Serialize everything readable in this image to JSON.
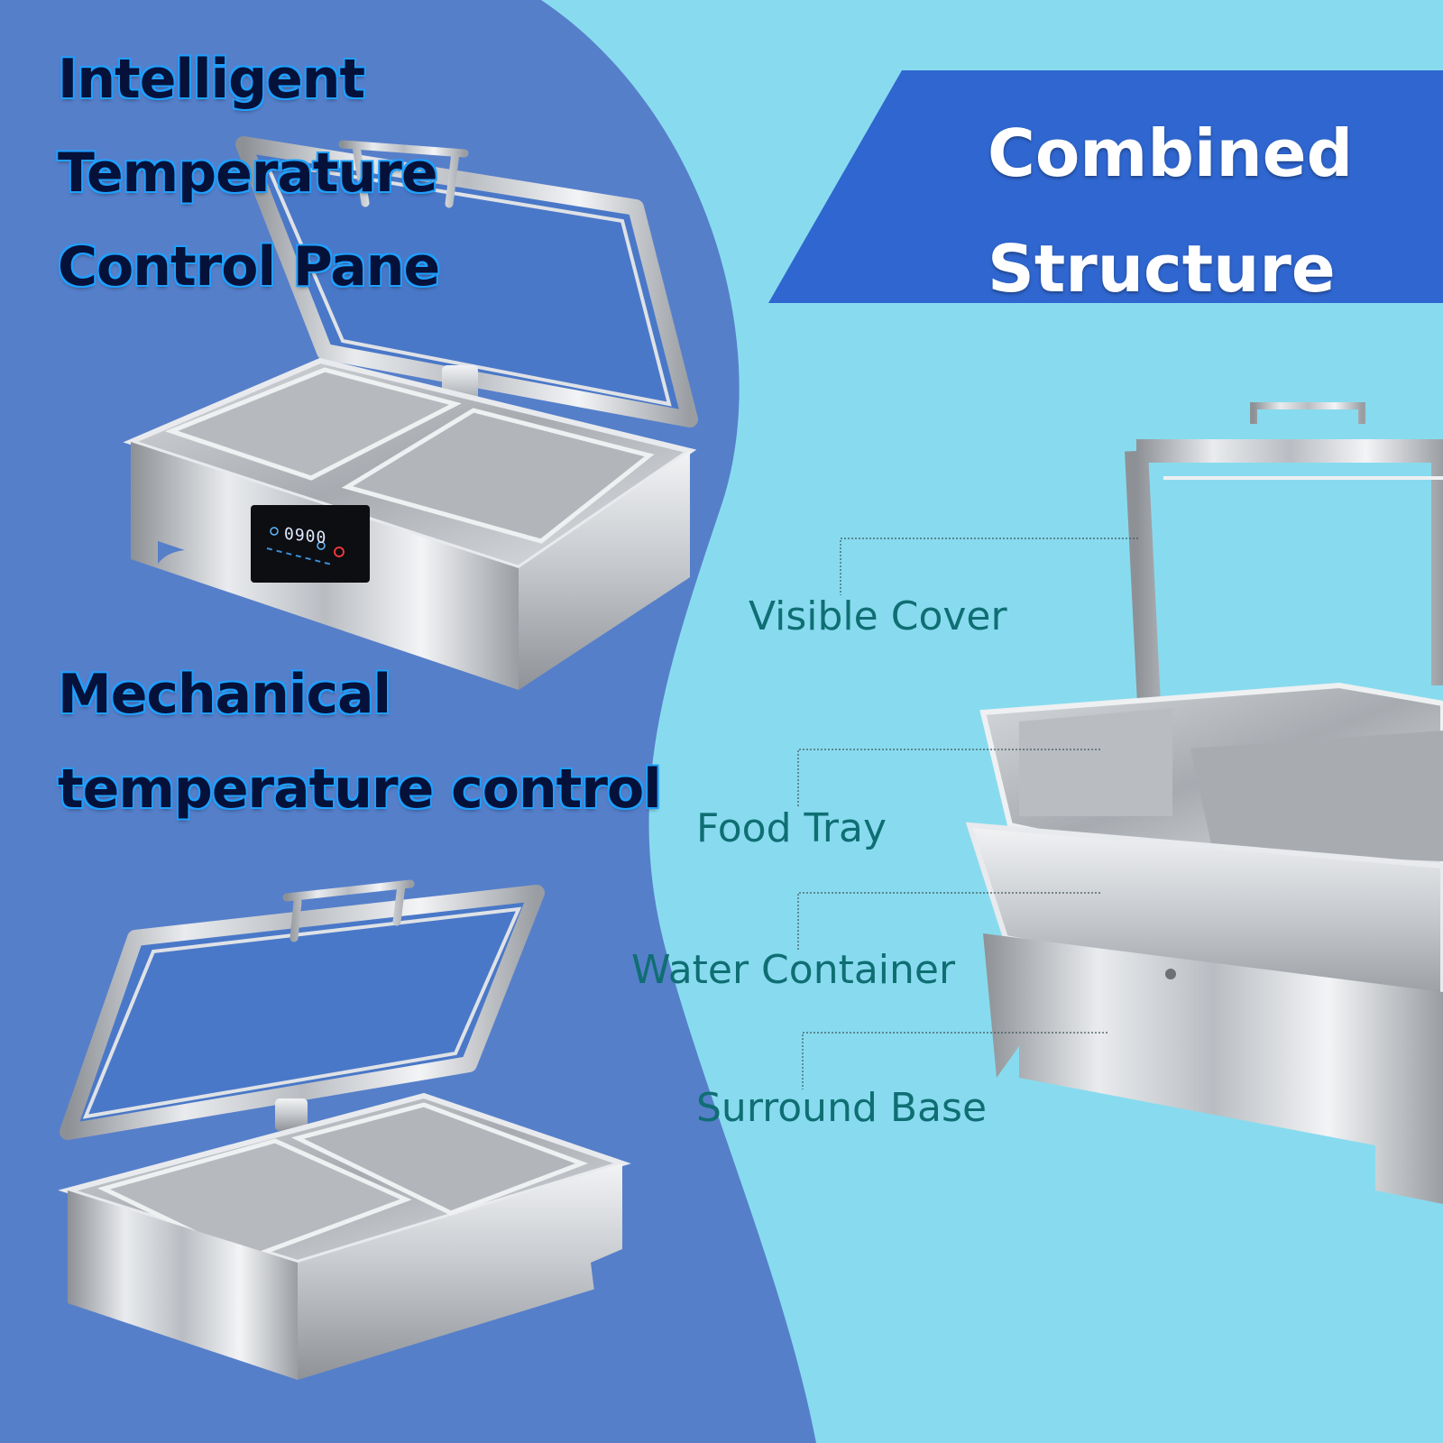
{
  "headings": {
    "intelligent": [
      "Intelligent",
      "Temperature",
      "Control Pane"
    ],
    "mechanical": [
      "Mechanical",
      "temperature control"
    ]
  },
  "banner": {
    "line1": "Combined",
    "line2": "Structure"
  },
  "callouts": {
    "visible_cover": "Visible Cover",
    "food_tray": "Food Tray",
    "water_container": "Water Container",
    "surround_base": "Surround Base"
  },
  "display_readout": "0900",
  "colors": {
    "left_panel": "#567fca",
    "right_panel": "#88dbef",
    "banner": "#2f66cf",
    "heading_text": "#06113a",
    "heading_outline": "#1fa0ff",
    "callout_text": "#0f6e73",
    "steel": "#c9ccd0"
  }
}
